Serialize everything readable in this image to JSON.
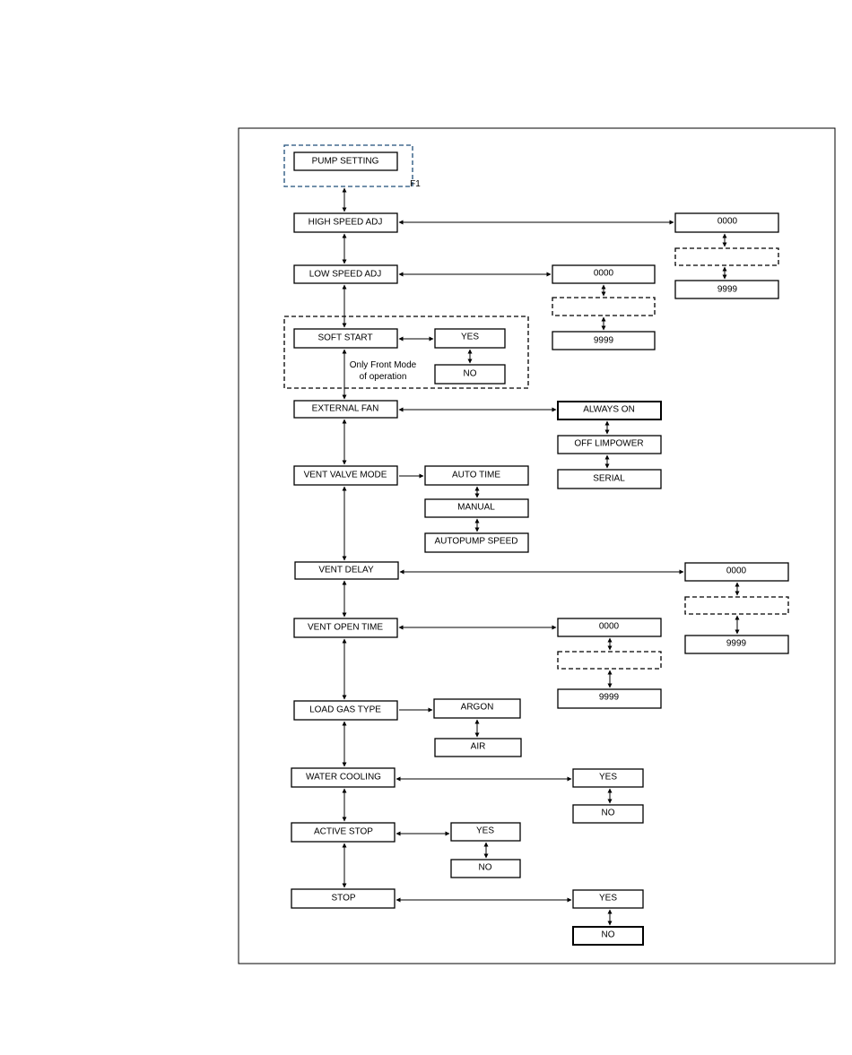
{
  "menu": {
    "root": "PUMP SETTING",
    "root_tag": "F1",
    "items": [
      "HIGH SPEED ADJ",
      "LOW SPEED ADJ",
      "SOFT START",
      "EXTERNAL FAN",
      "VENT VALVE MODE",
      "VENT DELAY",
      "VENT OPEN TIME",
      "LOAD GAS TYPE",
      "WATER COOLING",
      "ACTIVE STOP",
      "STOP"
    ]
  },
  "options": {
    "high_speed_adj": [
      "0000",
      "9999"
    ],
    "low_speed_adj": [
      "0000",
      "9999"
    ],
    "soft_start": [
      "YES",
      "NO"
    ],
    "soft_start_note": [
      "Only Front Mode",
      "of operation"
    ],
    "external_fan": [
      "ALWAYS ON",
      "OFF LIMPOWER",
      "SERIAL"
    ],
    "vent_valve_mode": [
      "AUTO TIME",
      "MANUAL",
      "AUTOPUMP SPEED"
    ],
    "vent_delay": [
      "0000",
      "9999"
    ],
    "vent_open_time": [
      "0000",
      "9999"
    ],
    "load_gas_type": [
      "ARGON",
      "AIR"
    ],
    "water_cooling": [
      "YES",
      "NO"
    ],
    "active_stop": [
      "YES",
      "NO"
    ],
    "stop": [
      "YES",
      "NO"
    ]
  }
}
